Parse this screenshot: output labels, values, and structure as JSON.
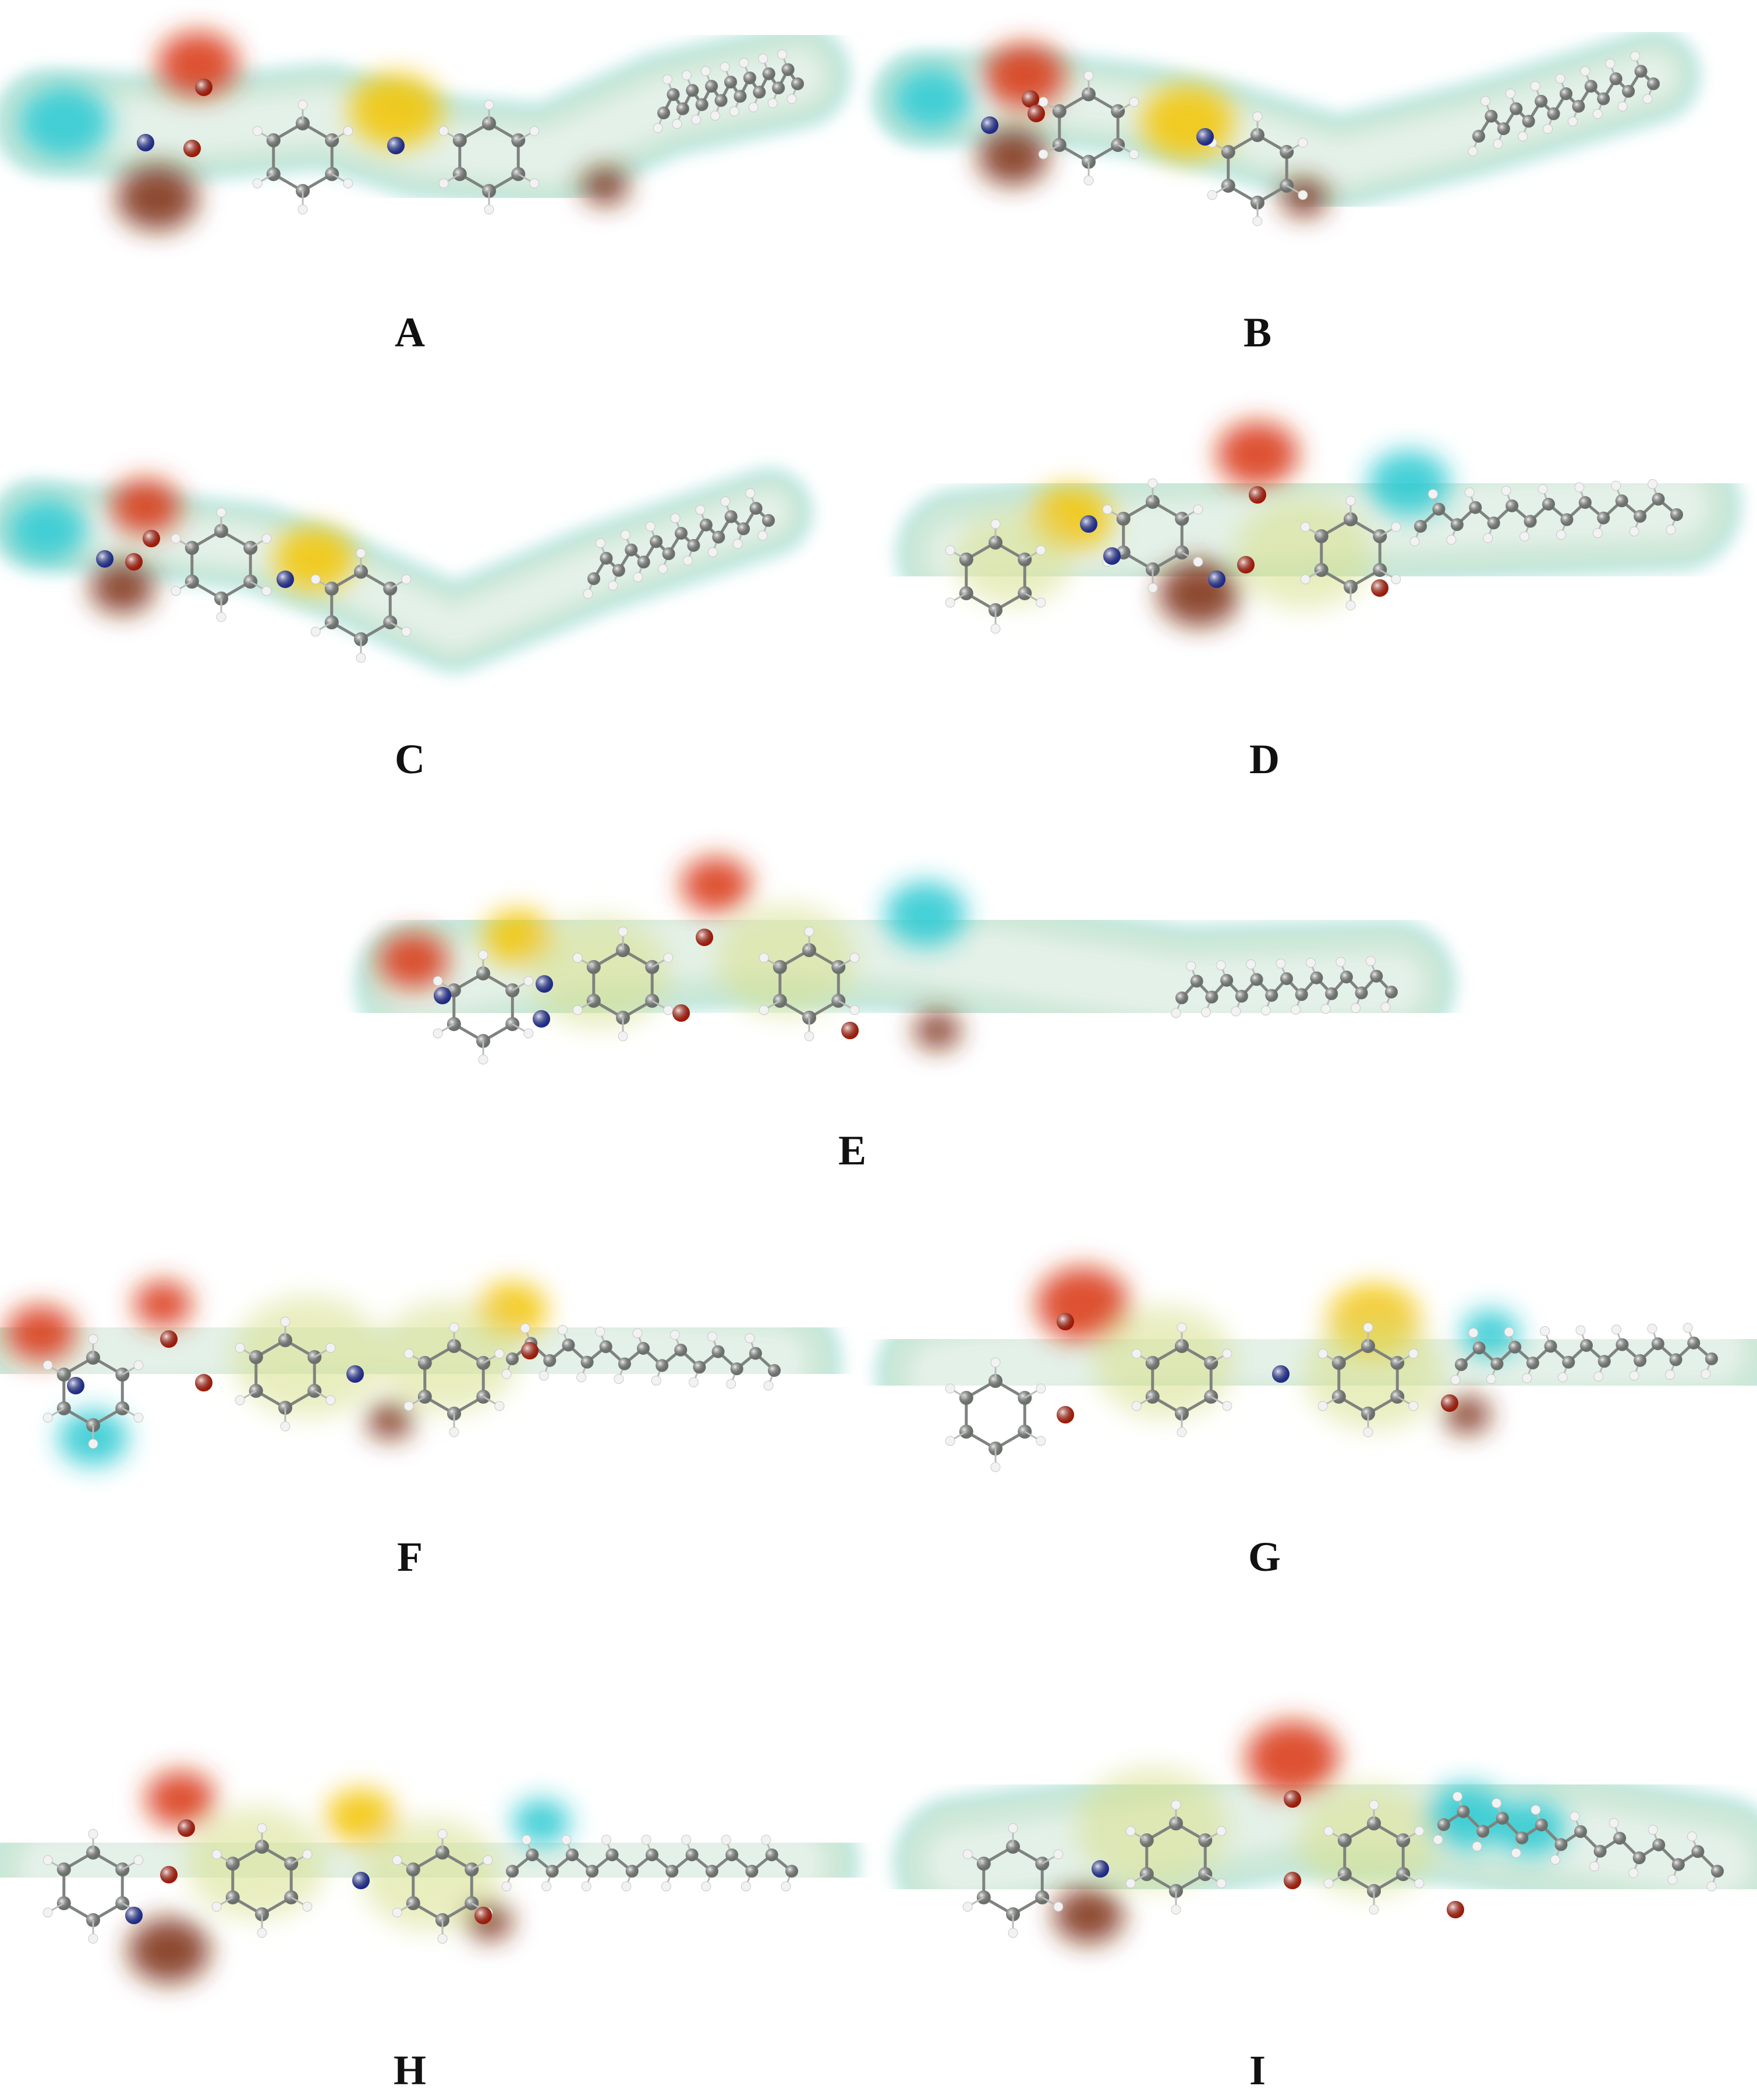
{
  "figure": {
    "background": "#ffffff",
    "surface_colors": {
      "positive": "#27c8d0",
      "neutral": "#cfe8d8",
      "aromatic": "#d7e08a",
      "warm": "#f2c400",
      "negative": "#d8340b",
      "dark_negative": "#7a2a10"
    },
    "atom_colors": {
      "carbon": "#8f9590",
      "hydrogen": "#f2f2f2",
      "nitrogen": "#2536b8",
      "oxygen": "#d81e05"
    },
    "panels": [
      {
        "id": "a",
        "label": "A"
      },
      {
        "id": "b",
        "label": "B"
      },
      {
        "id": "c",
        "label": "C"
      },
      {
        "id": "d",
        "label": "D"
      },
      {
        "id": "e",
        "label": "E"
      },
      {
        "id": "f",
        "label": "F"
      },
      {
        "id": "g",
        "label": "G"
      },
      {
        "id": "h",
        "label": "H"
      },
      {
        "id": "i",
        "label": "I"
      }
    ]
  }
}
